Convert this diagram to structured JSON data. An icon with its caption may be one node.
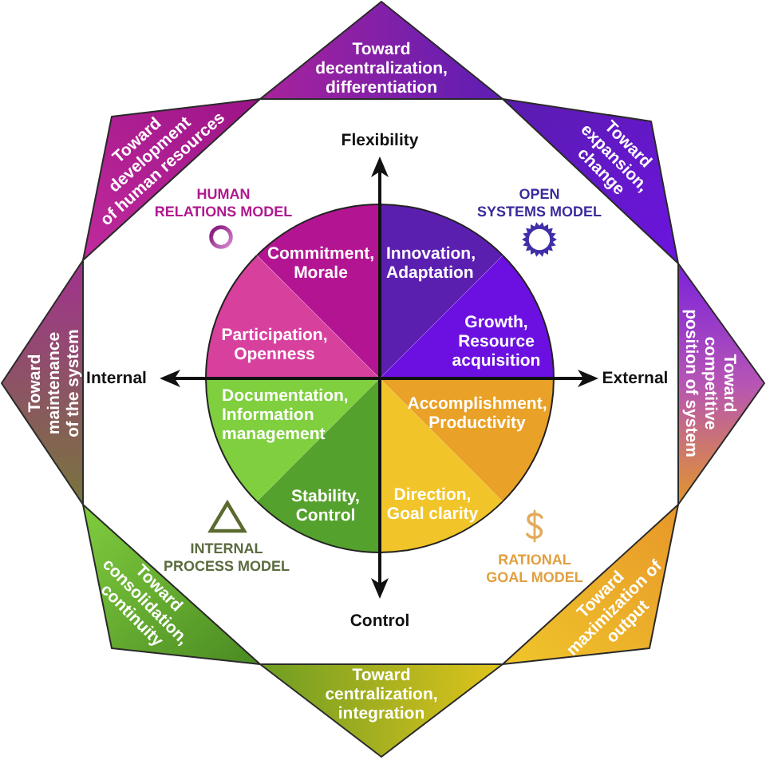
{
  "diagram": {
    "nodes": [
      {
        "text": [
          "Toward decentralization, differentiation"
        ]
      },
      {
        "text": [
          "Toward development of human resources"
        ]
      },
      {
        "text": [
          "Toward expansion, change"
        ]
      },
      {
        "text": [
          "Toward maintenance of the system"
        ]
      },
      {
        "text": [
          "Toward competitive position of system"
        ]
      },
      {
        "text": [
          "Toward consolidation, continuity"
        ]
      },
      {
        "text": [
          "Toward maximization of output"
        ]
      },
      {
        "text": [
          "Toward centralization, integration"
        ]
      },
      {
        "text": [
          "Commitment, Morale"
        ]
      },
      {
        "text": [
          "Innovation, Adaptation"
        ]
      },
      {
        "text": [
          "Participation, Openness"
        ]
      },
      {
        "text": [
          "Growth, Resource acquisition"
        ]
      },
      {
        "text": [
          "Documentation, Information management"
        ]
      },
      {
        "text": [
          "Accomplishment, Productivity"
        ]
      },
      {
        "text": [
          "Stability, Control"
        ]
      },
      {
        "text": [
          "Direction, Goal clarity"
        ]
      }
    ],
    "labels": [
      "Flexibility",
      "HUMAN RELATIONS MODEL",
      "OPEN SYSTEMS MODEL",
      "Internal",
      "External",
      "INTERNAL PROCESS MODEL",
      "RATIONAL GOAL MODEL",
      "Control"
    ]
  }
}
